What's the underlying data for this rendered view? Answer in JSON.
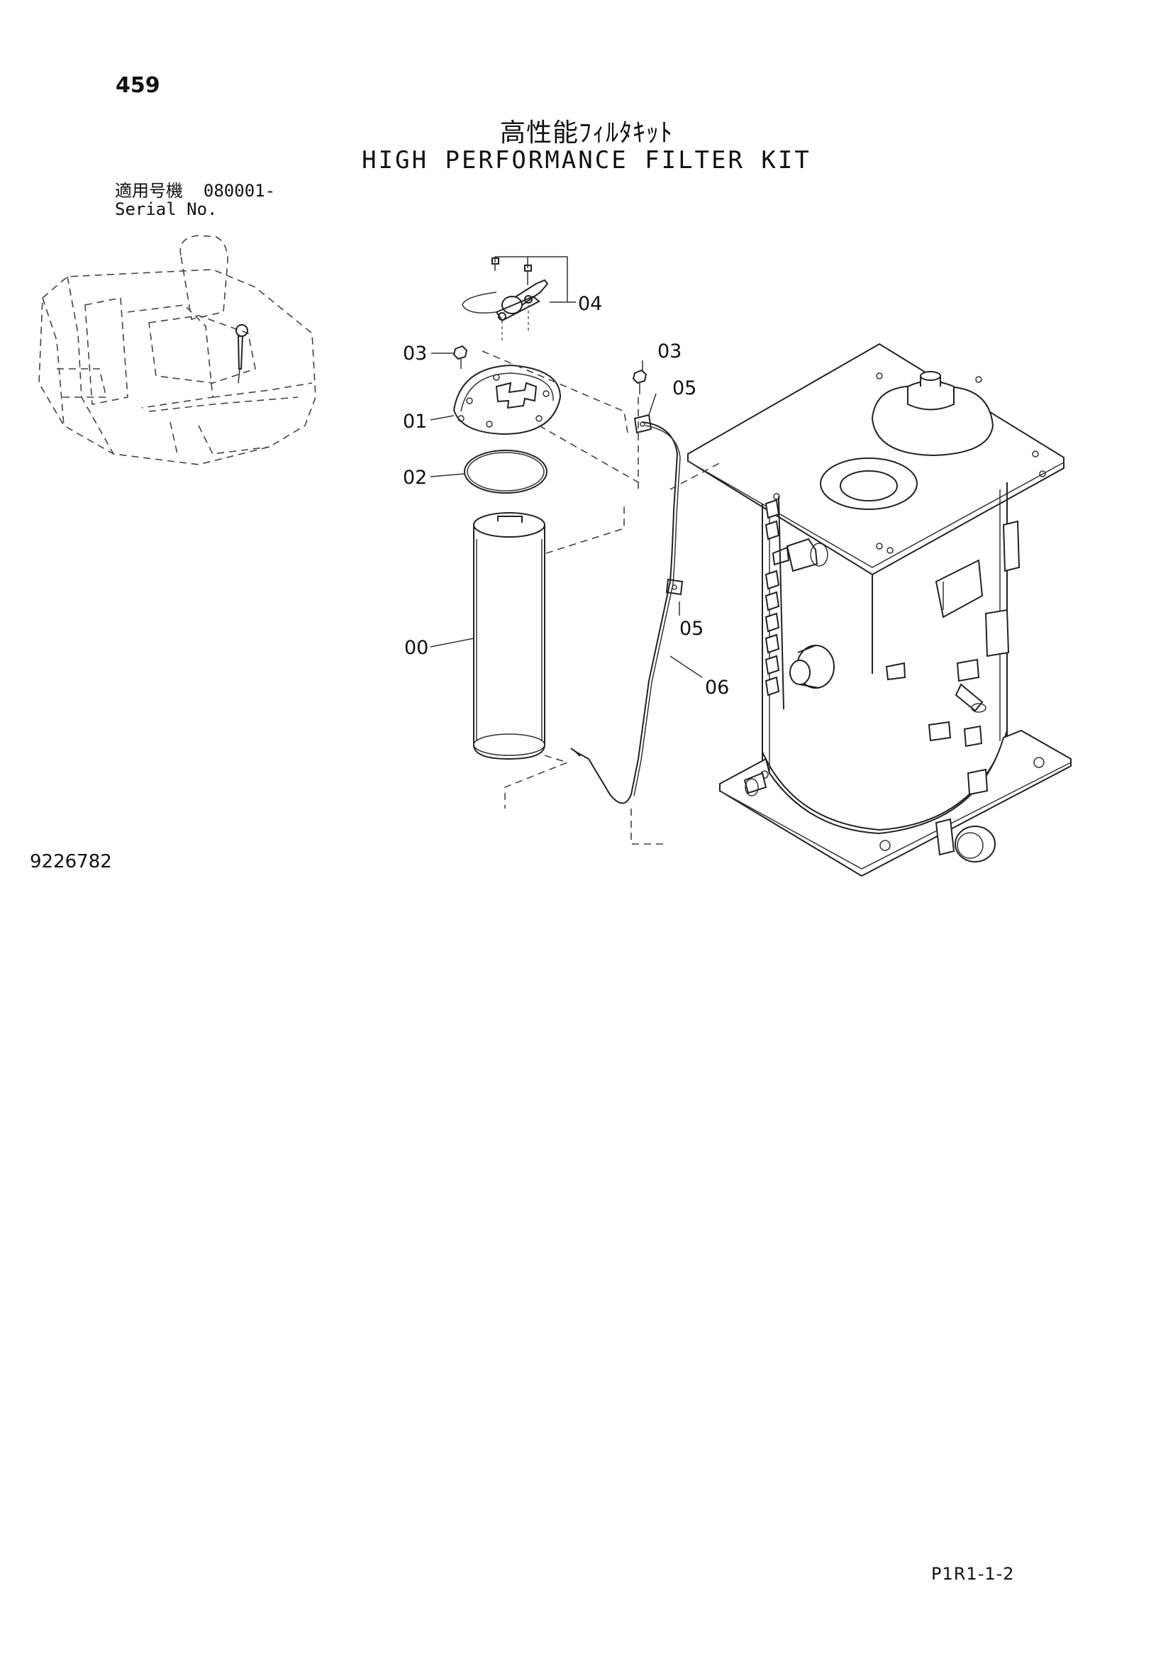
{
  "page_number": "459",
  "title_jp": "高性能ﾌｨﾙﾀｷｯﾄ",
  "title_en": "HIGH PERFORMANCE FILTER KIT",
  "serial": {
    "label_jp": "適用号機",
    "value": "080001-",
    "label_en": "Serial No."
  },
  "part_code": "9226782",
  "page_ref": "P1R1-1-2",
  "callouts": {
    "c04": "04",
    "c03a": "03",
    "c03b": "03",
    "c05a": "05",
    "c01": "01",
    "c02": "02",
    "c05b": "05",
    "c00": "00",
    "c06": "06"
  }
}
